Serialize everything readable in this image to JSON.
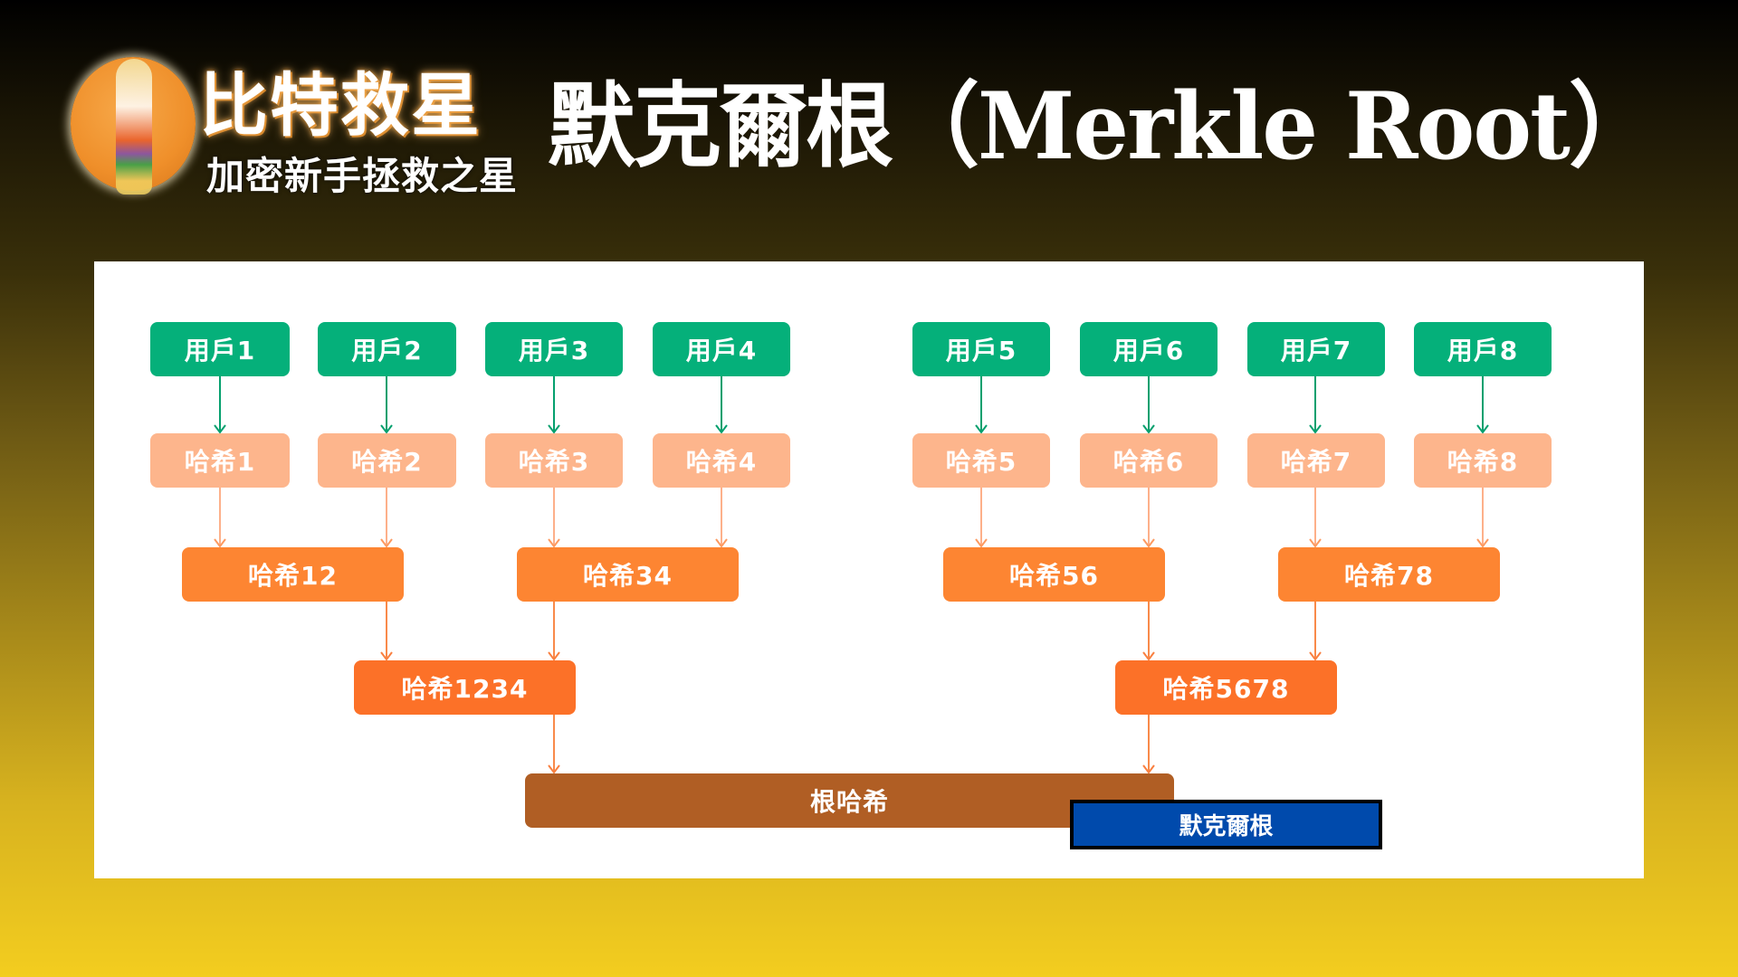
{
  "header": {
    "logo": {
      "title": "比特救星",
      "subtitle": "加密新手拯救之星"
    },
    "title": "默克爾根（Merkle Root）"
  },
  "diagram": {
    "users": [
      "用戶1",
      "用戶2",
      "用戶3",
      "用戶4",
      "用戶5",
      "用戶6",
      "用戶7",
      "用戶8"
    ],
    "leaf_hashes": [
      "哈希1",
      "哈希2",
      "哈希3",
      "哈希4",
      "哈希5",
      "哈希6",
      "哈希7",
      "哈希8"
    ],
    "level2_hashes": [
      "哈希12",
      "哈希34",
      "哈希56",
      "哈希78"
    ],
    "level3_hashes": [
      "哈希1234",
      "哈希5678"
    ],
    "root": "根哈希",
    "annotation": "默克爾根",
    "colors": {
      "user": "#05b07a",
      "leaf_hash": "#fdb58c",
      "level2_hash": "#fd8532",
      "level3_hash": "#fc7128",
      "root": "#b05e24",
      "annotation": "#004aac",
      "user_arrow": "#05a06e",
      "hash_arrow": "#fd8a45"
    }
  }
}
